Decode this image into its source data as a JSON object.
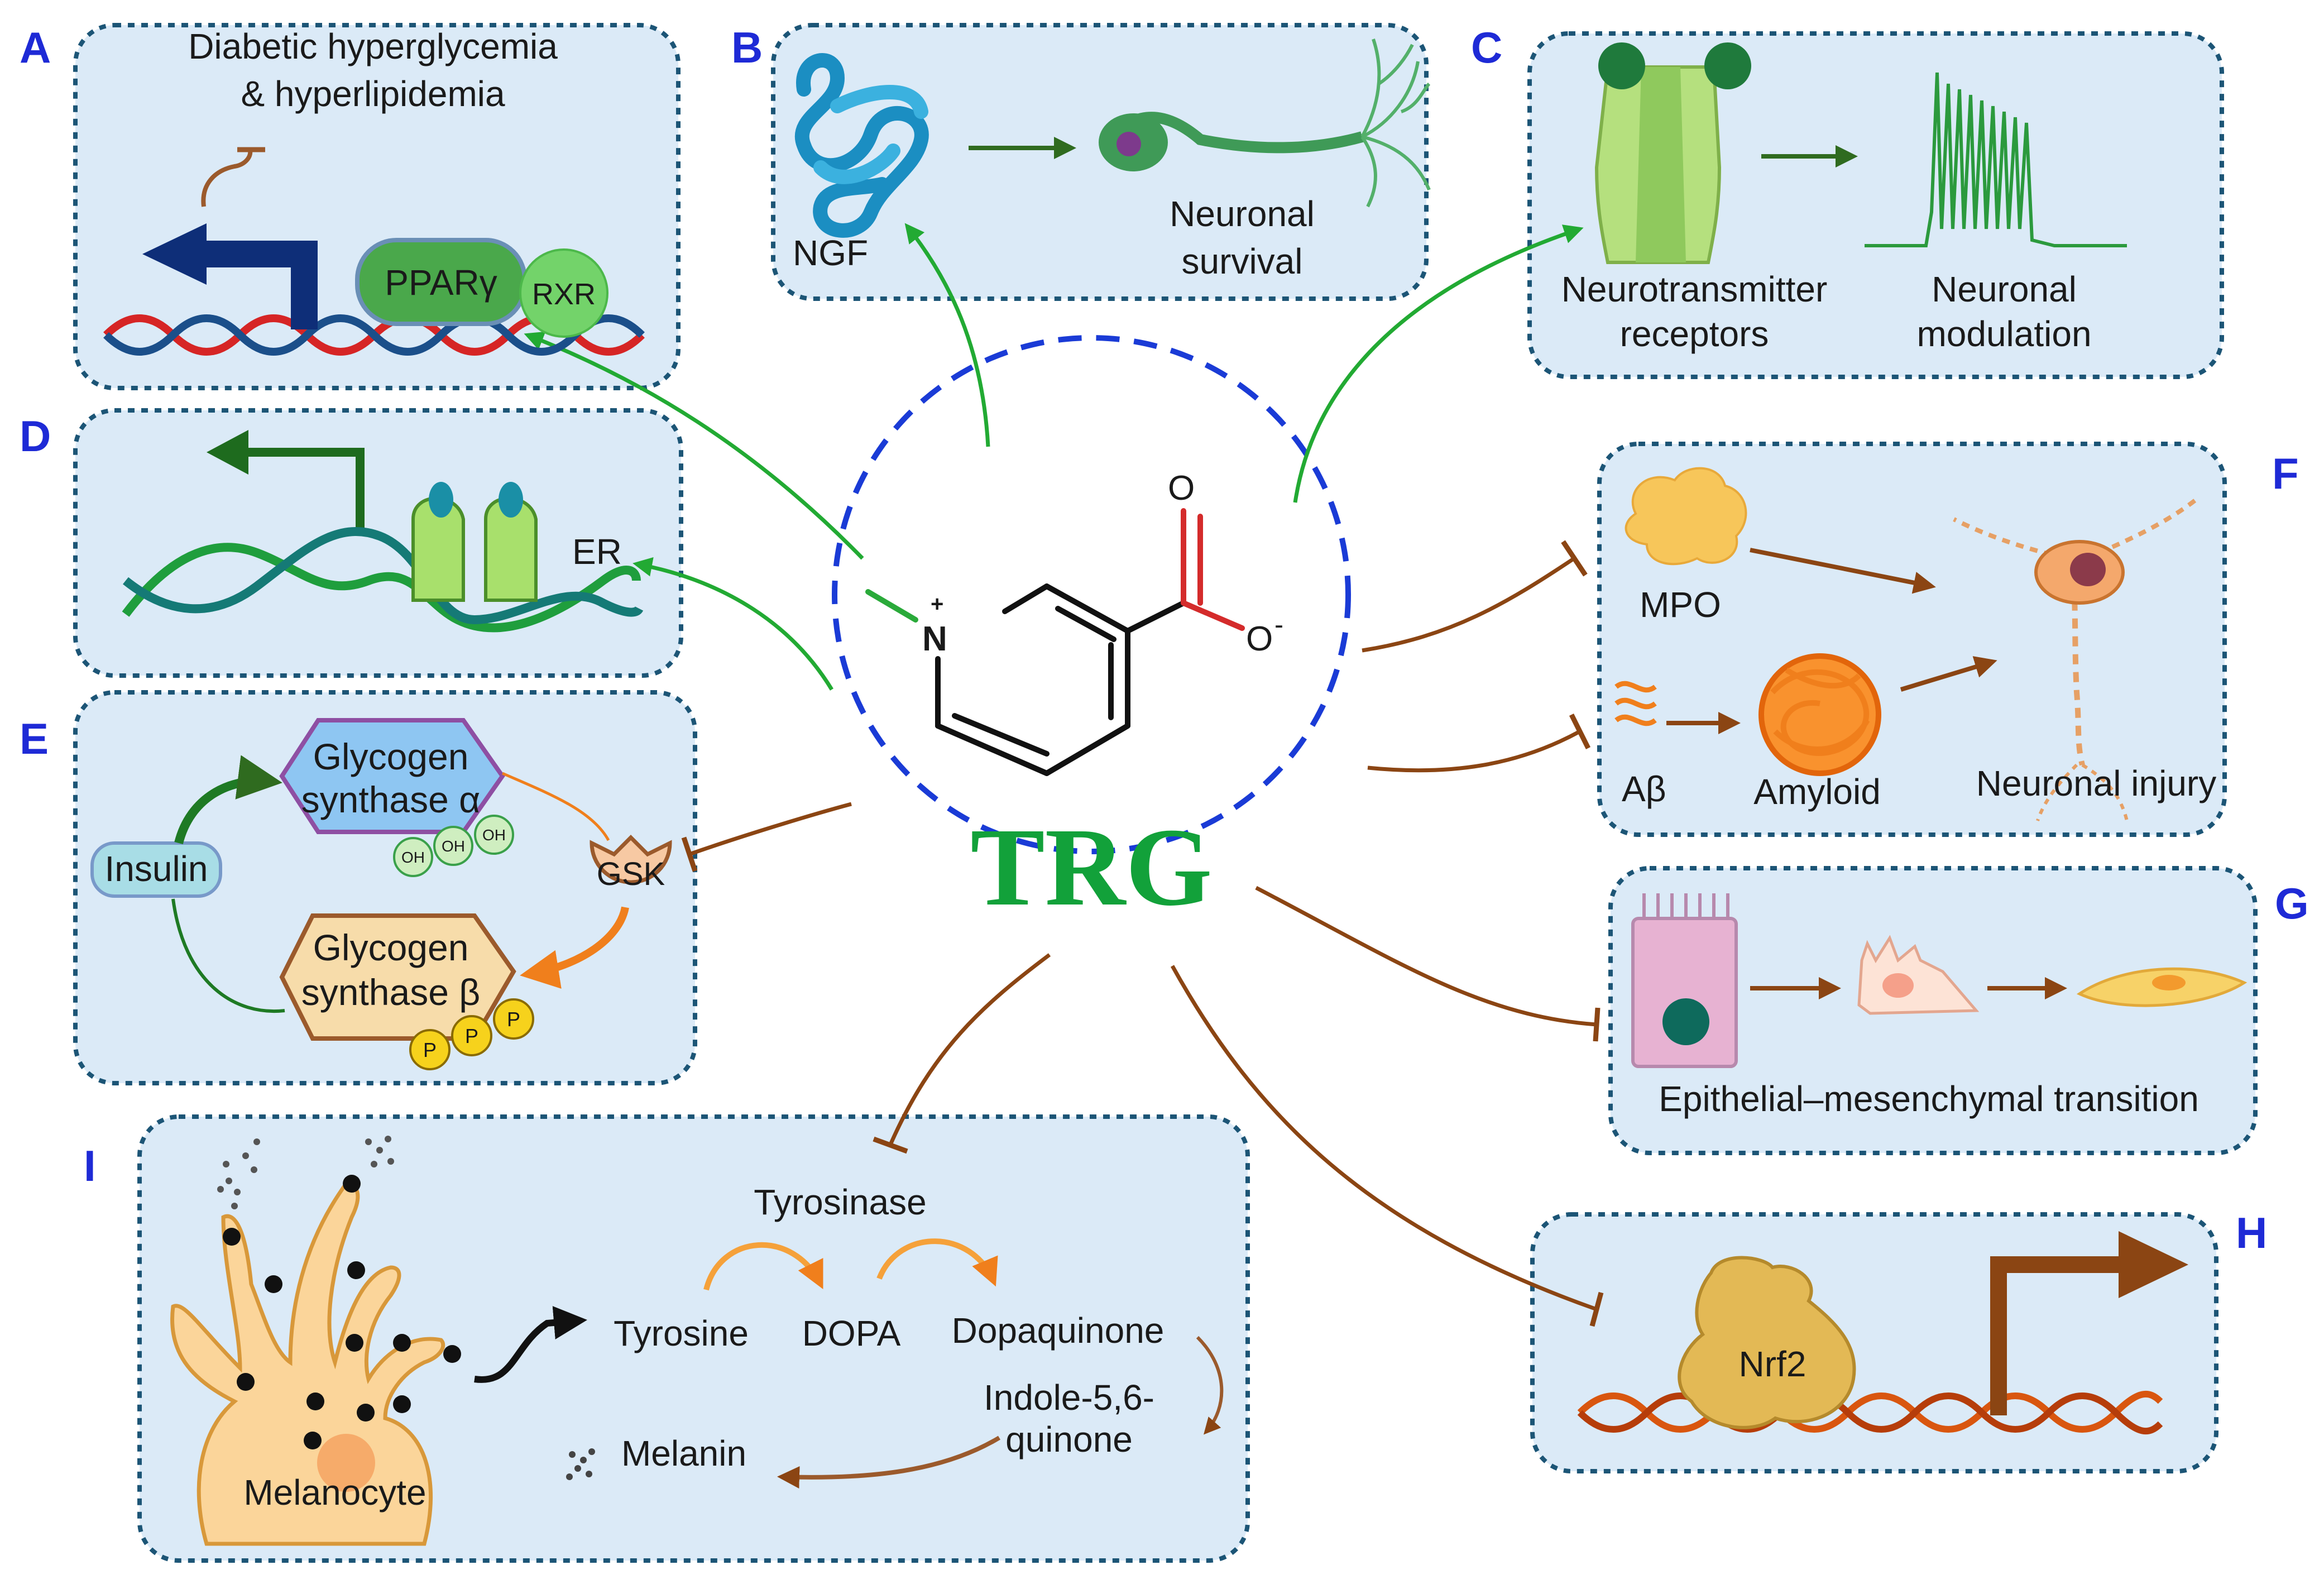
{
  "colors": {
    "panel_fill": "#dbeaf7",
    "panel_border": "#1c5576",
    "panel_letter": "#1e2ad6",
    "activation_arrow": "#22aa33",
    "inhibition_arrow": "#8b4513",
    "trg_text": "#12a13a",
    "circle_border": "#1a3bd6"
  },
  "center": {
    "title": "TRG",
    "n_label": "N",
    "n_charge": "+",
    "o_top": "O",
    "o_right": "O",
    "o_charge": "-"
  },
  "panels": {
    "A": {
      "letter": "A",
      "line1": "Diabetic hyperglycemia",
      "line2": "& hyperlipidemia",
      "ppar": "PPARγ",
      "rxr": "RXR"
    },
    "B": {
      "letter": "B",
      "ngf": "NGF",
      "line1": "Neuronal",
      "line2": "survival"
    },
    "C": {
      "letter": "C",
      "rec1": "Neurotransmitter",
      "rec2": "receptors",
      "mod1": "Neuronal",
      "mod2": "modulation"
    },
    "D": {
      "letter": "D",
      "er": "ER"
    },
    "E": {
      "letter": "E",
      "gsa1": "Glycogen",
      "gsa2": "synthase α",
      "insulin": "Insulin",
      "gsk": "GSK",
      "gsb1": "Glycogen",
      "gsb2": "synthase β",
      "oh": "OH",
      "p": "P"
    },
    "F": {
      "letter": "F",
      "mpo": "MPO",
      "abeta": "Aβ",
      "amyloid": "Amyloid",
      "injury": "Neuronal injury"
    },
    "G": {
      "letter": "G",
      "emt": "Epithelial–mesenchymal transition"
    },
    "H": {
      "letter": "H",
      "nrf2": "Nrf2"
    },
    "I": {
      "letter": "I",
      "tyrosinase": "Tyrosinase",
      "tyrosine": "Tyrosine",
      "dopa": "DOPA",
      "dopaquinone": "Dopaquinone",
      "indole1": "Indole-5,6-",
      "indole2": "quinone",
      "melanin": "Melanin",
      "melanocyte": "Melanocyte"
    }
  }
}
